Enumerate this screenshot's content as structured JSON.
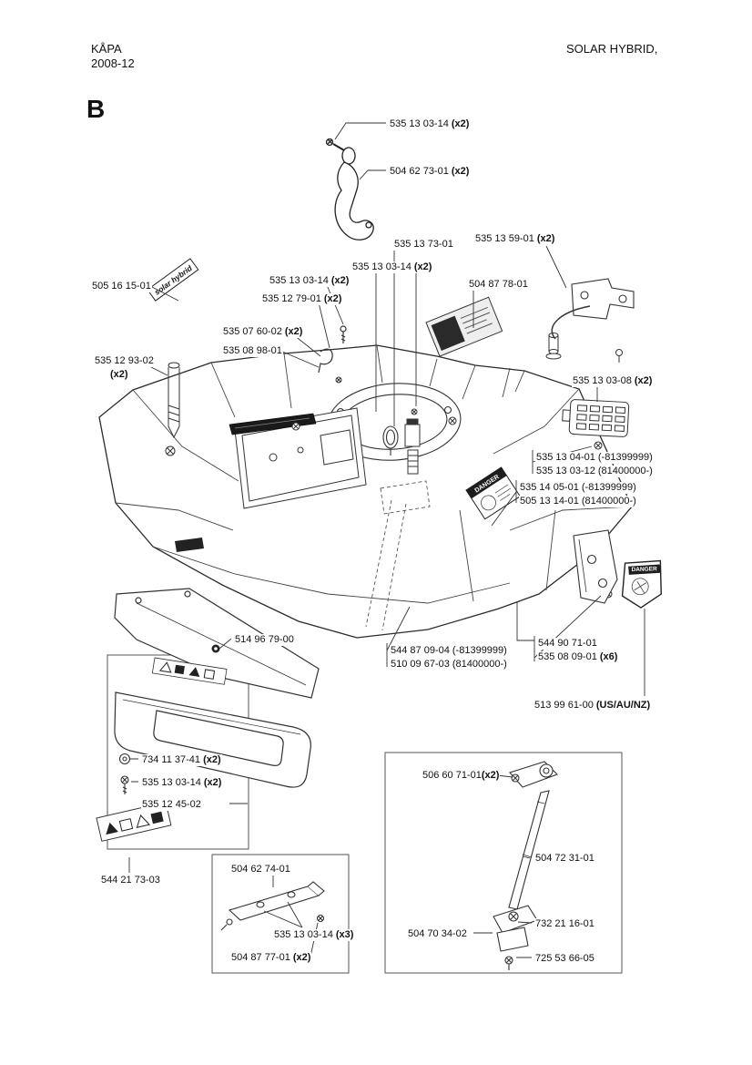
{
  "header": {
    "doc_title": "KÅPA",
    "doc_date": "2008-12",
    "model": "SOLAR HYBRID,"
  },
  "section_letter": "B",
  "stickers": {
    "solar_hybrid_label": "solar hybrid",
    "danger_sticker": "DANGER",
    "danger_shield": "DANGER"
  },
  "callouts": [
    {
      "t": "535 13 03-14 ",
      "b": "(x2)"
    },
    {
      "t": "504 62 73-01 ",
      "b": "(x2)"
    },
    {
      "t": "535 13 73-01",
      "b": ""
    },
    {
      "t": "535 13 59-01 ",
      "b": "(x2)"
    },
    {
      "t": "535 13 03-14 ",
      "b": "(x2)"
    },
    {
      "t": "504 87 78-01",
      "b": ""
    },
    {
      "t": "505 16 15-01",
      "b": ""
    },
    {
      "t": "535 13 03-14 ",
      "b": "(x2)"
    },
    {
      "t": "535 12 79-01 ",
      "b": "(x2)"
    },
    {
      "t": "535 07 60-02 ",
      "b": "(x2)"
    },
    {
      "t": "535 08 98-01",
      "b": ""
    },
    {
      "t": "535 12 93-02",
      "b": ""
    },
    {
      "t": "",
      "b": "(x2)"
    },
    {
      "t": "535 13 03-08 ",
      "b": "(x2)"
    },
    {
      "t": "535 13 04-01 (-81399999)",
      "b": ""
    },
    {
      "t": "535 13 03-12 (81400000-)",
      "b": ""
    },
    {
      "t": "535 14 05-01 (-81399999)",
      "b": ""
    },
    {
      "t": "505 13 14-01 (81400000-)",
      "b": ""
    },
    {
      "t": "514 96 79-00",
      "b": ""
    },
    {
      "t": "544 87 09-04 (-81399999)",
      "b": ""
    },
    {
      "t": "510 09 67-03 (81400000-)",
      "b": ""
    },
    {
      "t": "544 90 71-01",
      "b": ""
    },
    {
      "t": "535 08 09-01 ",
      "b": "(x6)"
    },
    {
      "t": "513 99 61-00 ",
      "b": "(US/AU/NZ)"
    },
    {
      "t": "734 11 37-41 ",
      "b": "(x2)"
    },
    {
      "t": "535 13 03-14 ",
      "b": "(x2)"
    },
    {
      "t": "535 12 45-02",
      "b": ""
    },
    {
      "t": "544 21 73-03",
      "b": ""
    },
    {
      "t": "504 62 74-01",
      "b": ""
    },
    {
      "t": "535 13 03-14 ",
      "b": "(x3)"
    },
    {
      "t": "504 87 77-01 ",
      "b": "(x2)"
    },
    {
      "t": "506 60 71-01",
      "b": "(x2)"
    },
    {
      "t": "504 72 31-01",
      "b": ""
    },
    {
      "t": "504 70 34-02",
      "b": ""
    },
    {
      "t": "732 21 16-01",
      "b": ""
    },
    {
      "t": "725 53 66-05",
      "b": ""
    }
  ]
}
